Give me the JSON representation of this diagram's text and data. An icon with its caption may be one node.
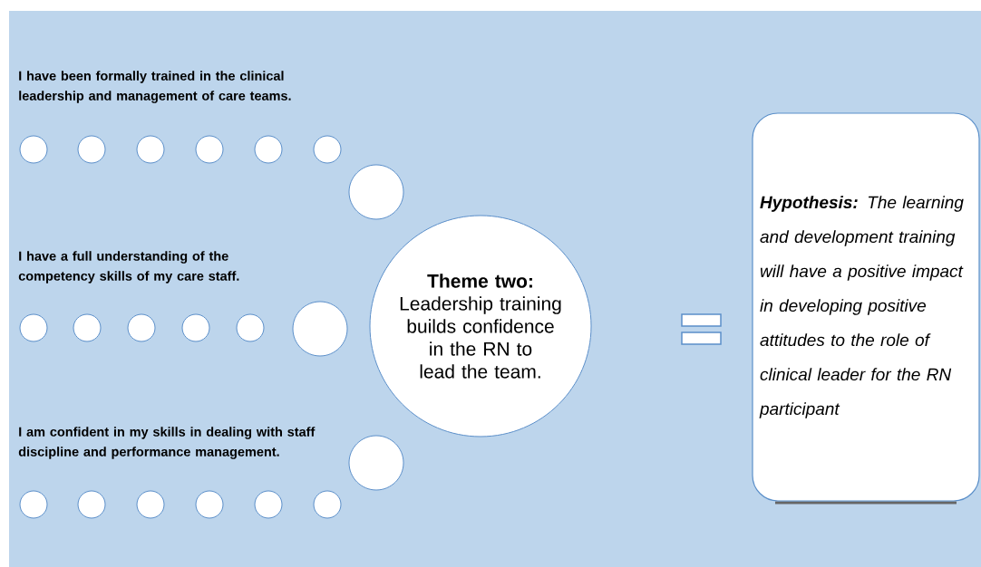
{
  "diagram": {
    "nodes": [
      {
        "text": [],
        "shape": "circle"
      },
      {
        "text": [],
        "shape": "circle"
      },
      {
        "text": [],
        "shape": "circle"
      },
      {
        "text": [],
        "shape": "circle"
      },
      {
        "text": [],
        "shape": "circle"
      },
      {
        "text": [],
        "shape": "circle"
      },
      {
        "text": [],
        "shape": "circle"
      },
      {
        "text": [],
        "shape": "circle"
      },
      {
        "text": [],
        "shape": "circle"
      },
      {
        "text": [],
        "shape": "circle"
      },
      {
        "text": [],
        "shape": "circle"
      },
      {
        "text": [],
        "shape": "circle"
      },
      {
        "text": [],
        "shape": "circle"
      },
      {
        "text": [
          "Theme two:",
          "Leadership training builds confidence in the RN to lead the team."
        ]
      },
      {
        "text": [],
        "shape": "circle"
      },
      {
        "text": [],
        "shape": "circle"
      },
      {
        "text": [],
        "shape": "circle"
      },
      {
        "text": [],
        "shape": "circle"
      },
      {
        "text": [],
        "shape": "circle"
      },
      {
        "text": [],
        "shape": "circle"
      },
      {
        "text": [],
        "shape": "circle"
      },
      {
        "text": [
          "**Hypothesis:** The learning and development training will have a positive impact in developing positive attitudes to the role of clinical leader for the RN participant"
        ]
      }
    ],
    "labels": [
      "I have been formally trained in the clinical leadership and management of care teams.",
      "I have a full understanding of the competency skills of my care staff.",
      "I am confident in my skills in dealing with staff discipline and performance management."
    ]
  }
}
